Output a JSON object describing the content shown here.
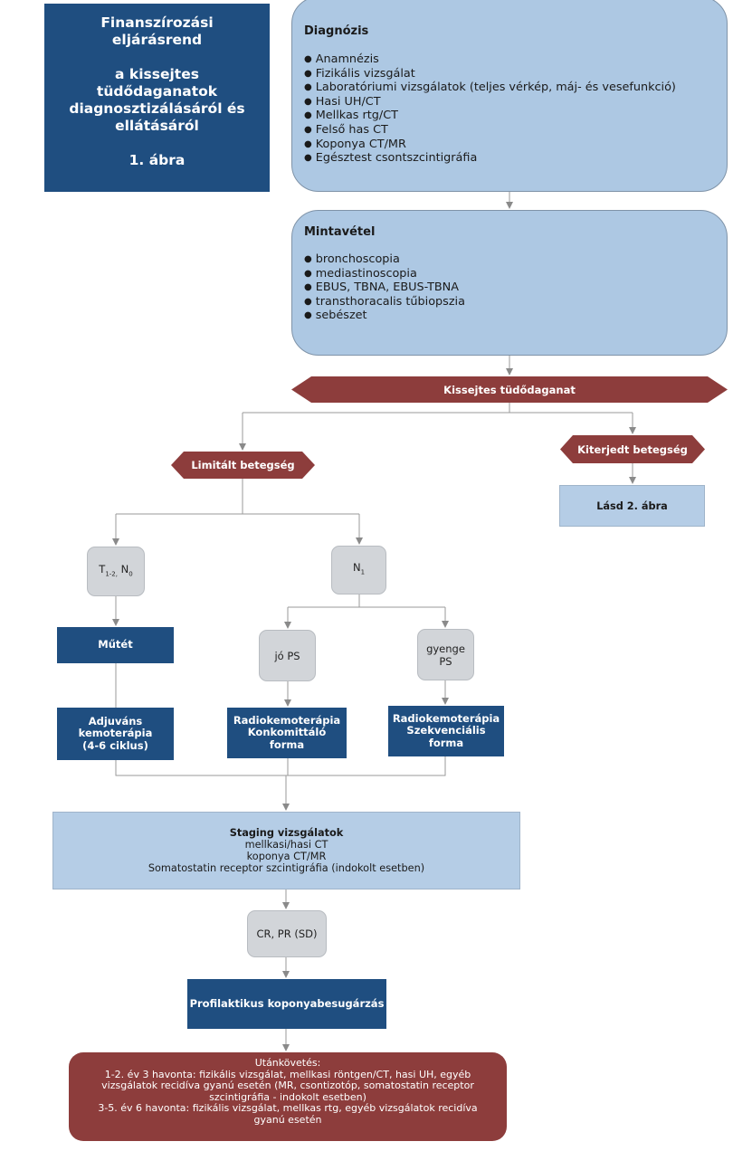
{
  "title": {
    "line1": "Finanszírozási",
    "line2": "eljárásrend",
    "line3": "a kissejtes",
    "line4": "tüdődaganatok",
    "line5": "diagnosztizálásáról és",
    "line6": "ellátásáról",
    "line7": "1. ábra"
  },
  "diagnosis": {
    "heading": "Diagnózis",
    "items": [
      "Anamnézis",
      "Fizikális vizsgálat",
      "Laboratóriumi vizsgálatok (teljes vérkép, máj- és vesefunkció)",
      "Hasi UH/CT",
      "Mellkas rtg/CT",
      "Felső has CT",
      "Koponya CT/MR",
      "Egésztest csontszcintigráfia"
    ]
  },
  "sampling": {
    "heading": "Mintavétel",
    "items": [
      "bronchoscopia",
      "mediastinoscopia",
      "EBUS, TBNA, EBUS-TBNA",
      "transthoracalis tűbiopszia",
      "sebészet"
    ]
  },
  "sclc": "Kissejtes tüdődaganat",
  "limited": "Limitált betegség",
  "extensive": "Kiterjedt betegség",
  "see_fig2": "Lásd 2. ábra",
  "t_node": {
    "t": "T",
    "t_sub": "1-2,",
    "n": "N",
    "n_sub": "0"
  },
  "n1_node": {
    "n": "N",
    "n_sub": "1"
  },
  "surgery": "Műtét",
  "good_ps": "jó PS",
  "weak_ps": {
    "line1": "gyenge",
    "line2": "PS"
  },
  "adjuvant": {
    "line1": "Adjuváns",
    "line2": "kemoterápia",
    "line3": "(4-6 ciklus)"
  },
  "concomitant": {
    "line1": "Radiokemoterápia",
    "line2": "Konkomittáló",
    "line3": "forma"
  },
  "sequential": {
    "line1": "Radiokemoterápia",
    "line2": "Szekvenciális",
    "line3": "forma"
  },
  "staging": {
    "heading": "Staging vizsgálatok",
    "lines": [
      "mellkasi/hasi CT",
      "koponya CT/MR",
      "Somatostatin receptor szcintigráfia (indokolt esetben)"
    ]
  },
  "response": "CR, PR (SD)",
  "pci": "Profilaktikus koponyabesugárzás",
  "followup": {
    "lines": [
      "Utánkövetés:",
      "1-2. év 3 havonta: fizikális vizsgálat, mellkasi röntgen/CT, hasi UH, egyéb",
      "vizsgálatok recidíva gyanú esetén (MR, csontizotóp, somatostatin receptor",
      "szcintigráfia - indokolt esetben)",
      "3-5. év 6 havonta: fizikális vizsgálat, mellkas rtg, egyéb vizsgálatok recidíva",
      "gyanú esetén"
    ]
  },
  "colors": {
    "dark_blue": "#1f4e80",
    "light_blue": "#adc8e3",
    "dark_red": "#8d3d3c",
    "grey": "#d2d5d9",
    "connector": "#8a8a8a"
  }
}
